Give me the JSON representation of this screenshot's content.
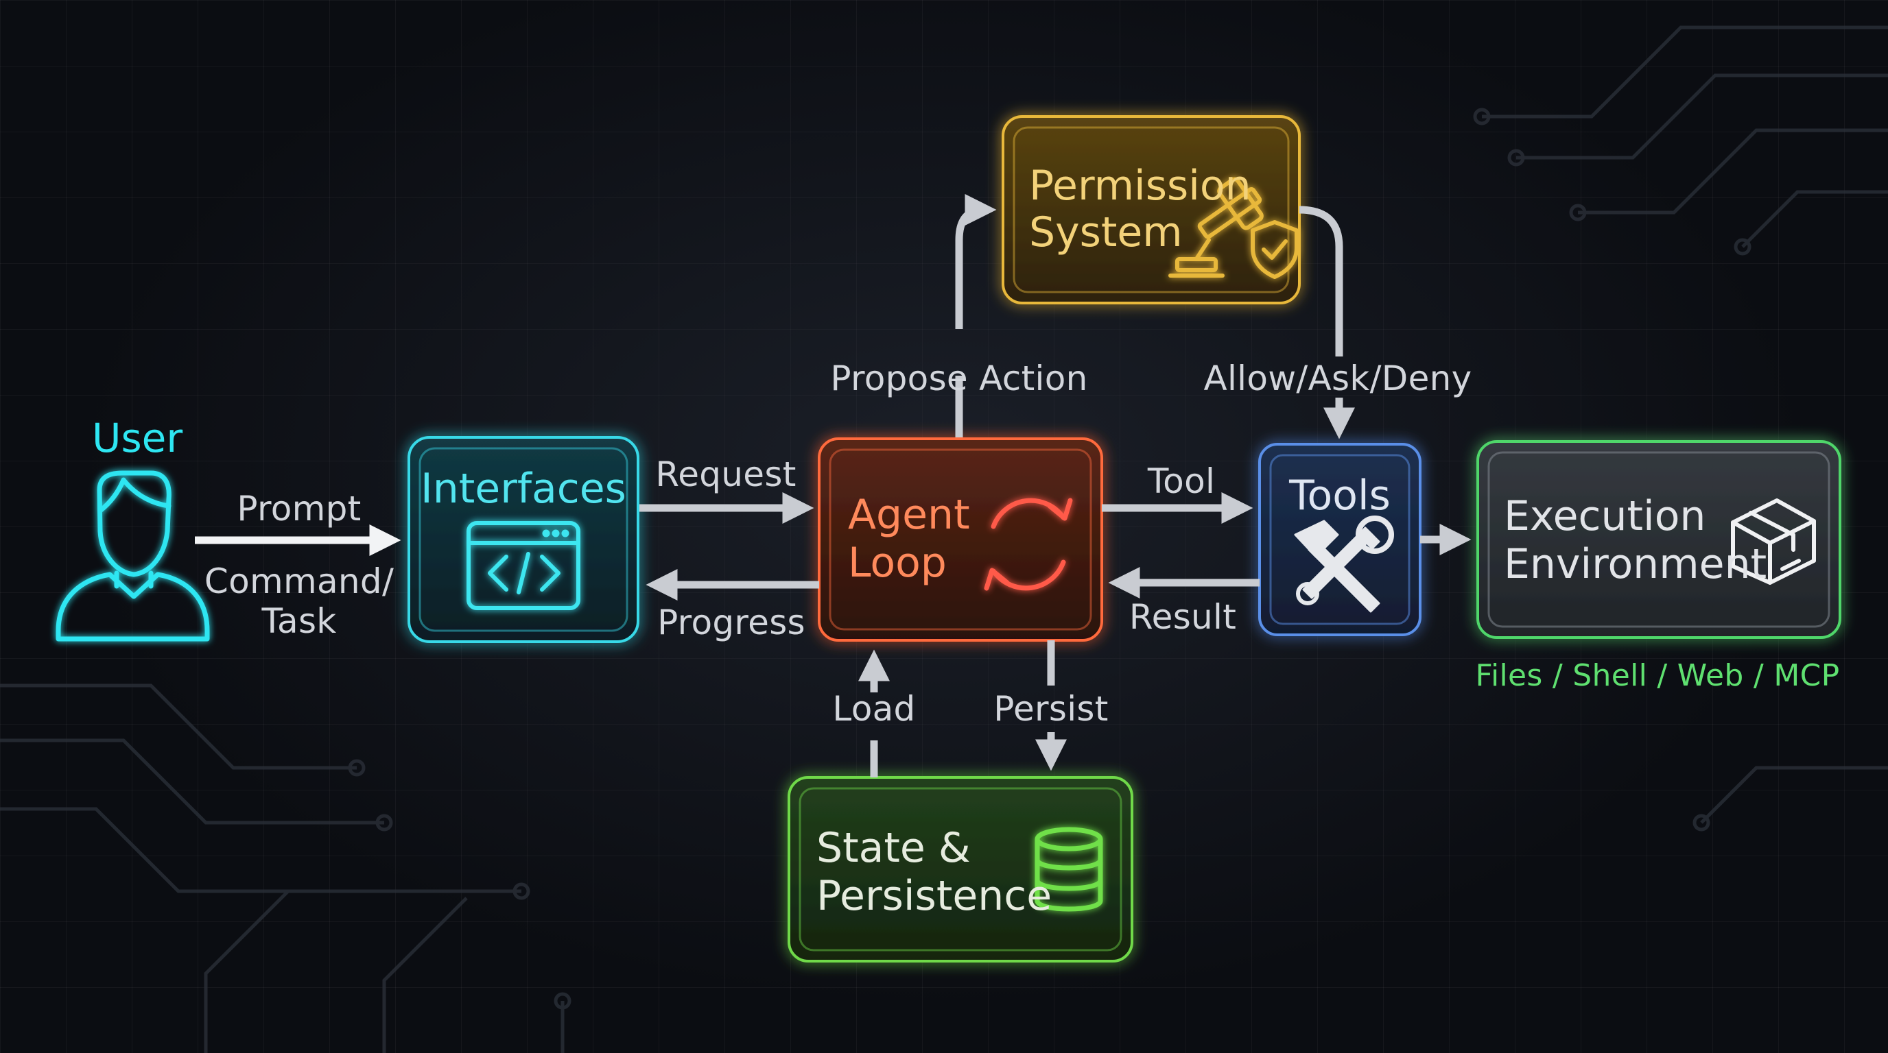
{
  "nodes": {
    "user": {
      "label": "User"
    },
    "interfaces": {
      "label": "Interfaces"
    },
    "agent_loop": {
      "line1": "Agent",
      "line2": "Loop"
    },
    "permission": {
      "line1": "Permission",
      "line2": "System"
    },
    "tools": {
      "label": "Tools"
    },
    "execution": {
      "line1": "Execution",
      "line2": "Environment",
      "caption": "Files / Shell / Web / MCP"
    },
    "state": {
      "line1": "State &",
      "line2": "Persistence"
    }
  },
  "edges": {
    "prompt": "Prompt",
    "command_task_1": "Command/",
    "command_task_2": "Task",
    "request": "Request",
    "progress": "Progress",
    "propose_action": "Propose Action",
    "allow_ask_deny": "Allow/Ask/Deny",
    "tool": "Tool",
    "result": "Result",
    "load": "Load",
    "persist": "Persist"
  },
  "colors": {
    "user": "#2ee6f2",
    "interfaces": "#38d9e8",
    "agent_loop": "#ff6a3d",
    "permission": "#e8b83a",
    "tools": "#5a8fe8",
    "execution": "#4fd66a",
    "state": "#6fd94a",
    "arrow": "#c9ccd2"
  }
}
